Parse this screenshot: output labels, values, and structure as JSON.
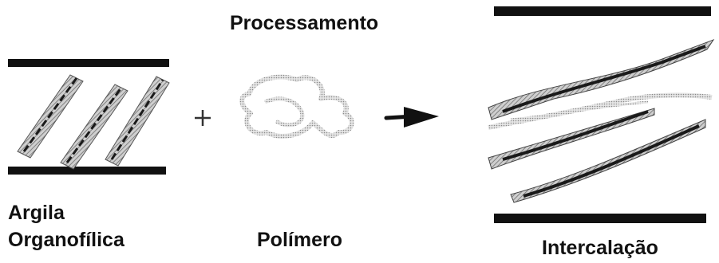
{
  "diagram": {
    "title": "Processamento",
    "clay": {
      "line1": "Argila",
      "line2": "Organofílica"
    },
    "polymer": {
      "label": "Polímero"
    },
    "result": {
      "label": "Intercalação"
    },
    "operator_plus": "plus-sign",
    "operator_arrow": "right-arrow"
  },
  "colors": {
    "plate": "#111111",
    "layer_fill": "#8c8c8c",
    "layer_core": "#1a1a1a",
    "polymer_stroke": "#b5b5b5",
    "text": "#111111"
  }
}
